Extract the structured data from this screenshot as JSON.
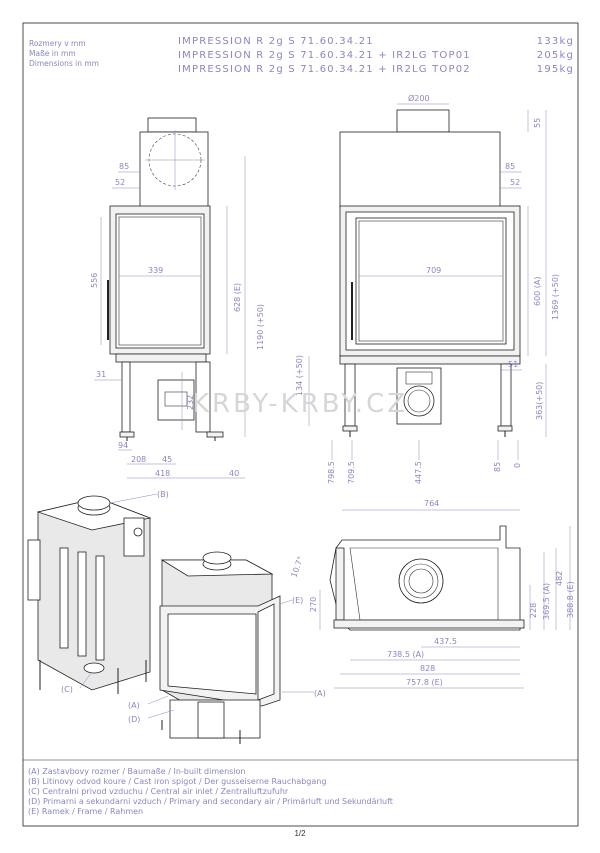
{
  "header": {
    "units": [
      "Rozmery v mm",
      "Maße in mm",
      "Dimensions in mm"
    ],
    "models": [
      {
        "name": "IMPRESSION R 2g S 71.60.34.21",
        "weight": "133kg"
      },
      {
        "name": "IMPRESSION R 2g S 71.60.34.21 + IR2LG TOP01",
        "weight": "205kg"
      },
      {
        "name": "IMPRESSION R 2g S 71.60.34.21 + IR2LG TOP02",
        "weight": "195kg"
      }
    ]
  },
  "side_view": {
    "dims": {
      "d85": "85",
      "d52": "52",
      "d339": "339",
      "d556": "556",
      "d628": "628 (E)",
      "d1190": "1190 (+50)",
      "d31": "31",
      "d232": "232",
      "d94": "94",
      "d208": "208",
      "d45": "45",
      "d418": "418",
      "d40": "40"
    }
  },
  "front_view": {
    "dims": {
      "d200": "Ø200",
      "d55": "55",
      "d85": "85",
      "d52": "52",
      "d709": "709",
      "d600": "600 (A)",
      "d1369": "1369 (+50)",
      "d134": "134 (+50)",
      "d51": "51",
      "d363": "363(+50)",
      "d798": "798.5",
      "d709b": "709.5",
      "d447": "447.5",
      "d85b": "85",
      "d0": "0"
    }
  },
  "plan_view": {
    "dims": {
      "d764": "764",
      "d10": "10.7°",
      "d270": "270",
      "d228": "228",
      "d369": "369.5 (A)",
      "d482": "482",
      "d388": "388.8 (E)",
      "d437": "437.5",
      "d738": "738.5 (A)",
      "d828": "828",
      "d757": "757.8 (E)"
    }
  },
  "callouts": {
    "a": "(A)",
    "b": "(B)",
    "c": "(C)",
    "d": "(D)",
    "e": "(E)"
  },
  "watermark": "KRBY-KRBY.CZ",
  "legend": [
    "(A)  Zastavbovy rozmer / Baumaße / In-built dimension",
    "(B)  Litinovy odvod koure / Cast iron spigot / Der gusseiserne Rauchabgang",
    "(C)  Centralni privod vzduchu / Central air inlet / Zentralluftzufuhr",
    "(D)  Primarni a sekundarni vzduch / Primary and secondary air / Primärluft und Sekundärluft",
    "(E)  Ramek / Frame / Rahmen"
  ],
  "page_number": "1/2"
}
